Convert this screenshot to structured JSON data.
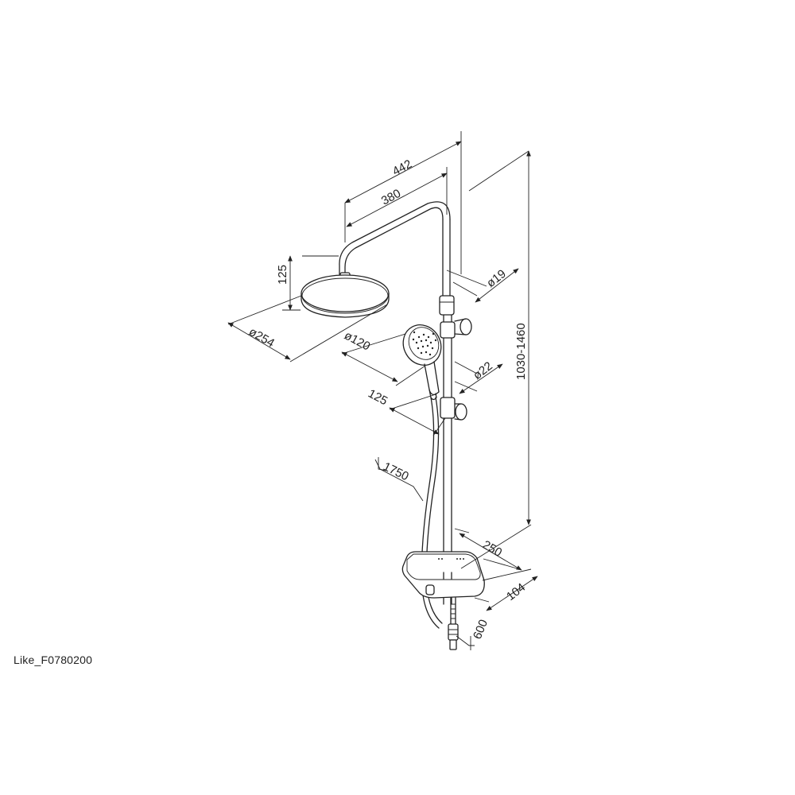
{
  "product_code": "Like_F0780200",
  "dimensions": {
    "d442": "442",
    "d380": "380",
    "d125_head": "125",
    "d254": "ø254",
    "d19": "ø19",
    "d120": "ø120",
    "d22": "ø22",
    "d125_hand": "125",
    "d1030_1460": "1030-1460",
    "hose": "1750",
    "d250": "250",
    "d104": "104",
    "d600": "600"
  },
  "colors": {
    "line": "#222222",
    "background": "#ffffff"
  }
}
